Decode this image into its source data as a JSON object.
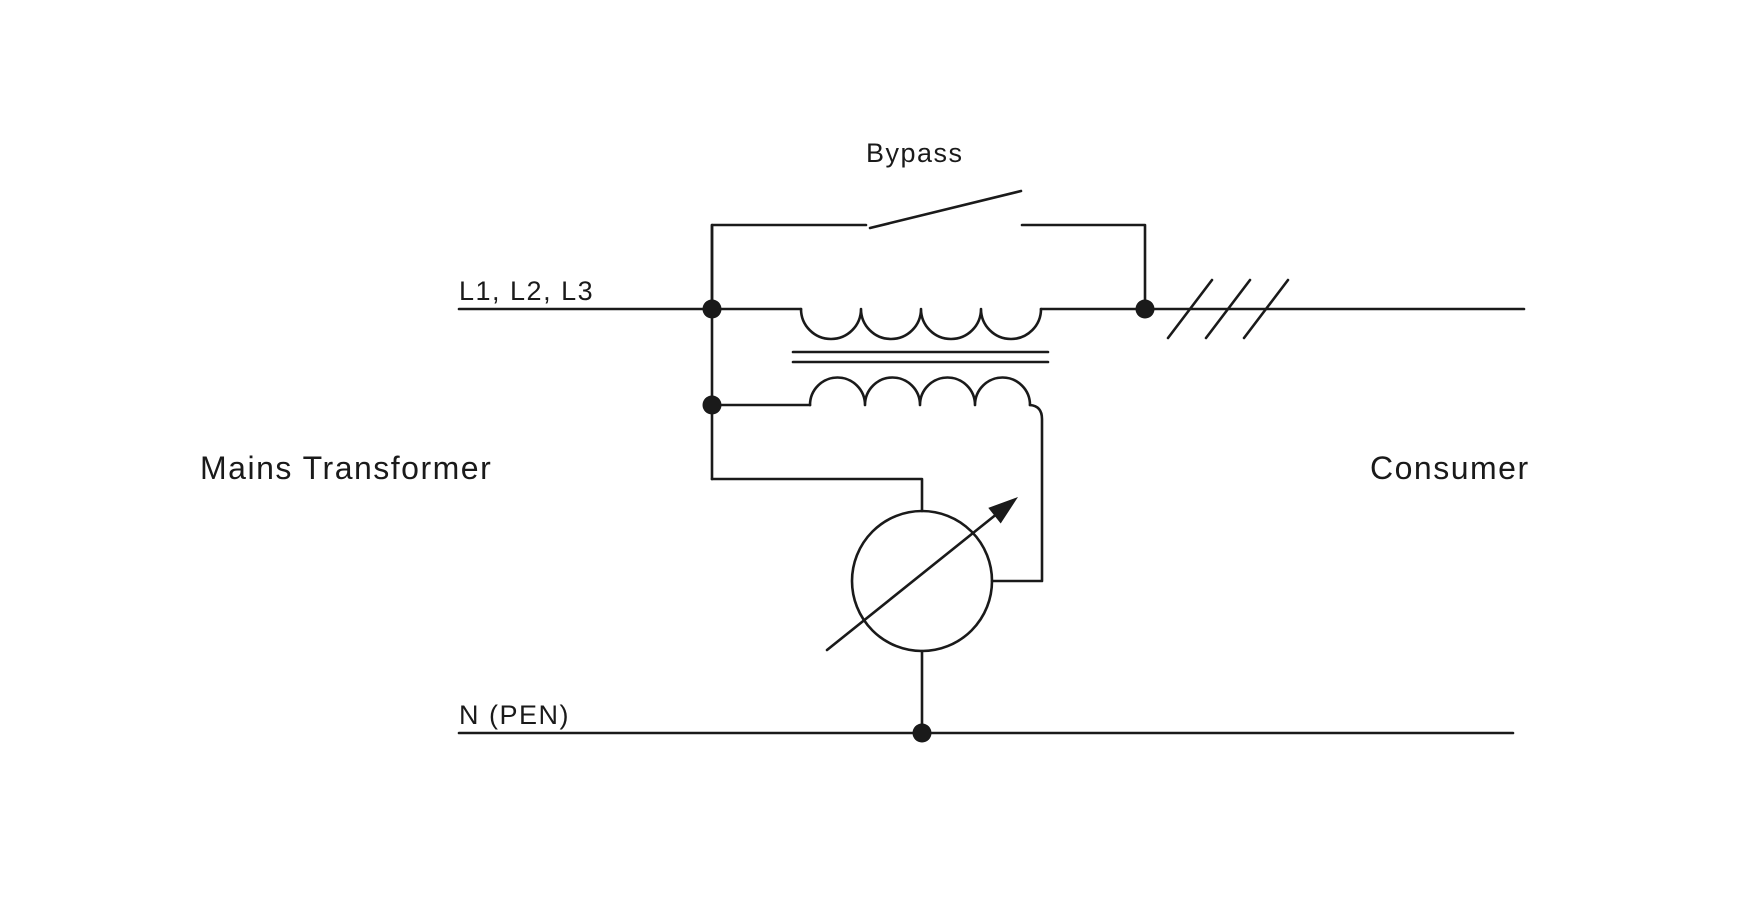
{
  "diagram": {
    "labels": {
      "bypass": "Bypass",
      "phases": "L1, L2, L3",
      "mains_transformer": "Mains Transformer",
      "consumer": "Consumer",
      "neutral": "N (PEN)"
    },
    "colors": {
      "line": "#1a1a1a",
      "background": "#ffffff"
    },
    "symbols": [
      {
        "name": "bypass-switch-icon",
        "meaning": "open switch in bypass branch"
      },
      {
        "name": "autotransformer-primary-coil-icon",
        "meaning": "series winding in phase line"
      },
      {
        "name": "autotransformer-secondary-coil-icon",
        "meaning": "regulating winding"
      },
      {
        "name": "transformer-core-icon",
        "meaning": "two parallel core bars"
      },
      {
        "name": "variable-regulator-icon",
        "meaning": "circle with diagonal arrow (variable tap / regulator)"
      },
      {
        "name": "three-phase-slashes-icon",
        "meaning": "three strokes marking L1 L2 L3 conductors"
      },
      {
        "name": "junction-dot-icon",
        "meaning": "electrical connection node"
      }
    ]
  }
}
